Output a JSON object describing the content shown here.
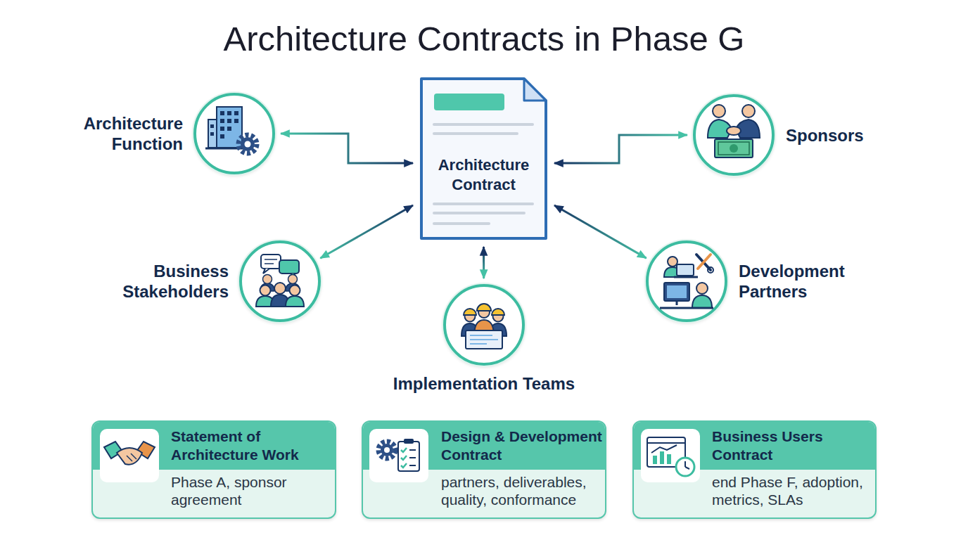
{
  "diagram": {
    "title": "Architecture Contracts in Phase G",
    "nodes": [
      {
        "text": [
          "Architecture Function"
        ]
      },
      {
        "text": [
          "Architecture Contract"
        ]
      },
      {
        "text": [
          "Sponsors"
        ]
      },
      {
        "text": [
          "Business Stakeholders"
        ]
      },
      {
        "text": [
          "Development Partners"
        ]
      },
      {
        "text": [
          "Implementation Teams"
        ]
      },
      {
        "text": [
          "Statement of Architecture Work",
          "Phase A, sponsor agreement"
        ]
      },
      {
        "text": [
          "Design & Development Contract",
          "partners, deliverables, quality, conformance"
        ]
      },
      {
        "text": [
          "Business Users Contract",
          "end Phase F, adoption, metrics, SLAs"
        ]
      }
    ],
    "edges": [
      {
        "from": 1,
        "to": 0,
        "arrow": "both"
      },
      {
        "from": 1,
        "to": 2,
        "arrow": "both"
      },
      {
        "from": 1,
        "to": 3,
        "arrow": "both"
      },
      {
        "from": 1,
        "to": 4,
        "arrow": "both"
      },
      {
        "from": 1,
        "to": 5,
        "arrow": "both"
      }
    ]
  }
}
